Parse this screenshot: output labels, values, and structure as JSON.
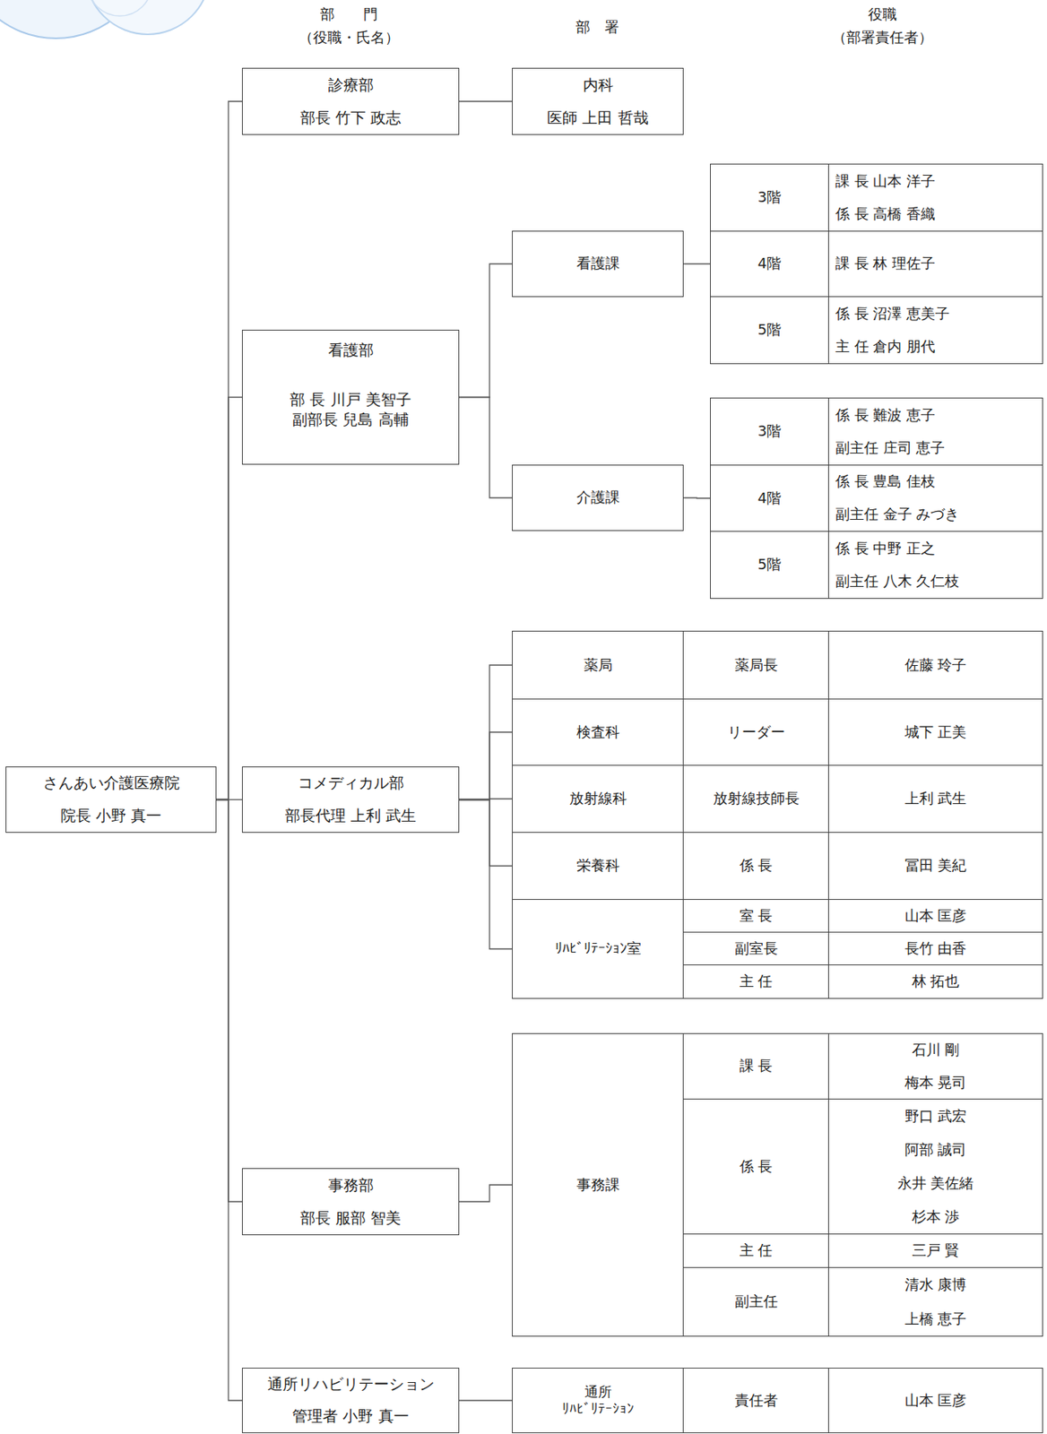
{
  "diagram": {
    "nodes": [
      {
        "text": [
          "さんあい介護医療院",
          "院長 小野 真一"
        ]
      },
      {
        "text": [
          "診療部",
          "部長 竹下 政志"
        ]
      },
      {
        "text": [
          "内科",
          "医師 上田 哲哉"
        ]
      },
      {
        "text": [
          "看護部",
          "部 長 川戸 美智子",
          "副部長 兒島 高輔"
        ]
      },
      {
        "text": [
          "看護課"
        ]
      },
      {
        "text": [
          "3階"
        ]
      },
      {
        "text": [
          "課 長 山本 洋子",
          "係 長 高橋 香織"
        ]
      },
      {
        "text": [
          "4階"
        ]
      },
      {
        "text": [
          "課 長 林 理佐子"
        ]
      },
      {
        "text": [
          "5階"
        ]
      },
      {
        "text": [
          "係 長 沼澤 恵美子",
          "主 任 倉内 朋代"
        ]
      },
      {
        "text": [
          "介護課"
        ]
      },
      {
        "text": [
          "3階"
        ]
      },
      {
        "text": [
          "係 長 難波 恵子",
          "副主任 庄司 恵子"
        ]
      },
      {
        "text": [
          "4階"
        ]
      },
      {
        "text": [
          "係 長 豊島 佳枝",
          "副主任 金子 みづき"
        ]
      },
      {
        "text": [
          "5階"
        ]
      },
      {
        "text": [
          "係 長 中野 正之",
          "副主任 八木 久仁枝"
        ]
      },
      {
        "text": [
          "コメディカル部",
          "部長代理 上利 武生"
        ]
      },
      {
        "text": [
          "薬局"
        ]
      },
      {
        "text": [
          "薬局長"
        ]
      },
      {
        "text": [
          "佐藤 玲子"
        ]
      },
      {
        "text": [
          "検査科"
        ]
      },
      {
        "text": [
          "リーダー"
        ]
      },
      {
        "text": [
          "城下 正美"
        ]
      },
      {
        "text": [
          "放射線科"
        ]
      },
      {
        "text": [
          "放射線技師長"
        ]
      },
      {
        "text": [
          "上利 武生"
        ]
      },
      {
        "text": [
          "栄養科"
        ]
      },
      {
        "text": [
          "係 長"
        ]
      },
      {
        "text": [
          "冨田 美紀"
        ]
      },
      {
        "text": [
          "ﾘﾊﾋﾞﾘﾃｰｼｮﾝ室"
        ]
      },
      {
        "text": [
          "室 長"
        ]
      },
      {
        "text": [
          "山本 匡彦"
        ]
      },
      {
        "text": [
          "副室長"
        ]
      },
      {
        "text": [
          "長竹 由香"
        ]
      },
      {
        "text": [
          "主 任"
        ]
      },
      {
        "text": [
          "林 拓也"
        ]
      },
      {
        "text": [
          "事務部",
          "部長 服部 智美"
        ]
      },
      {
        "text": [
          "事務課"
        ]
      },
      {
        "text": [
          "課 長"
        ]
      },
      {
        "text": [
          "石川 剛",
          "梅本 晃司"
        ]
      },
      {
        "text": [
          "係 長"
        ]
      },
      {
        "text": [
          "野口 武宏",
          "阿部 誠司",
          "永井 美佐緒",
          "杉本 渉"
        ]
      },
      {
        "text": [
          "主 任"
        ]
      },
      {
        "text": [
          "三戸 賢"
        ]
      },
      {
        "text": [
          "副主任"
        ]
      },
      {
        "text": [
          "清水 康博",
          "上橋 恵子"
        ]
      },
      {
        "text": [
          "通所リハビリテーション",
          "管理者 小野 真一"
        ]
      },
      {
        "text": [
          "通所 ﾘﾊﾋﾞﾘﾃｰｼｮﾝ"
        ]
      },
      {
        "text": [
          "責任者"
        ]
      },
      {
        "text": [
          "山本 匡彦"
        ]
      }
    ],
    "edges": [
      {
        "from": 0,
        "to": 1,
        "arrow": "none"
      },
      {
        "from": 0,
        "to": 3,
        "arrow": "none"
      },
      {
        "from": 0,
        "to": 18,
        "arrow": "none"
      },
      {
        "from": 0,
        "to": 38,
        "arrow": "none"
      },
      {
        "from": 0,
        "to": 48,
        "arrow": "none"
      },
      {
        "from": 1,
        "to": 2,
        "arrow": "none"
      },
      {
        "from": 3,
        "to": 4,
        "arrow": "none"
      },
      {
        "from": 3,
        "to": 11,
        "arrow": "none"
      },
      {
        "from": 4,
        "to": 7,
        "arrow": "none"
      },
      {
        "from": 11,
        "to": 14,
        "arrow": "none"
      },
      {
        "from": 18,
        "to": 19,
        "arrow": "none"
      },
      {
        "from": 18,
        "to": 22,
        "arrow": "none"
      },
      {
        "from": 18,
        "to": 25,
        "arrow": "none"
      },
      {
        "from": 18,
        "to": 28,
        "arrow": "none"
      },
      {
        "from": 18,
        "to": 31,
        "arrow": "none"
      },
      {
        "from": 38,
        "to": 39,
        "arrow": "none"
      },
      {
        "from": 48,
        "to": 49,
        "arrow": "none"
      }
    ],
    "labels": [
      "部　　門",
      "（役職・氏名）",
      "部　署",
      "役職",
      "（部署責任者）"
    ]
  }
}
